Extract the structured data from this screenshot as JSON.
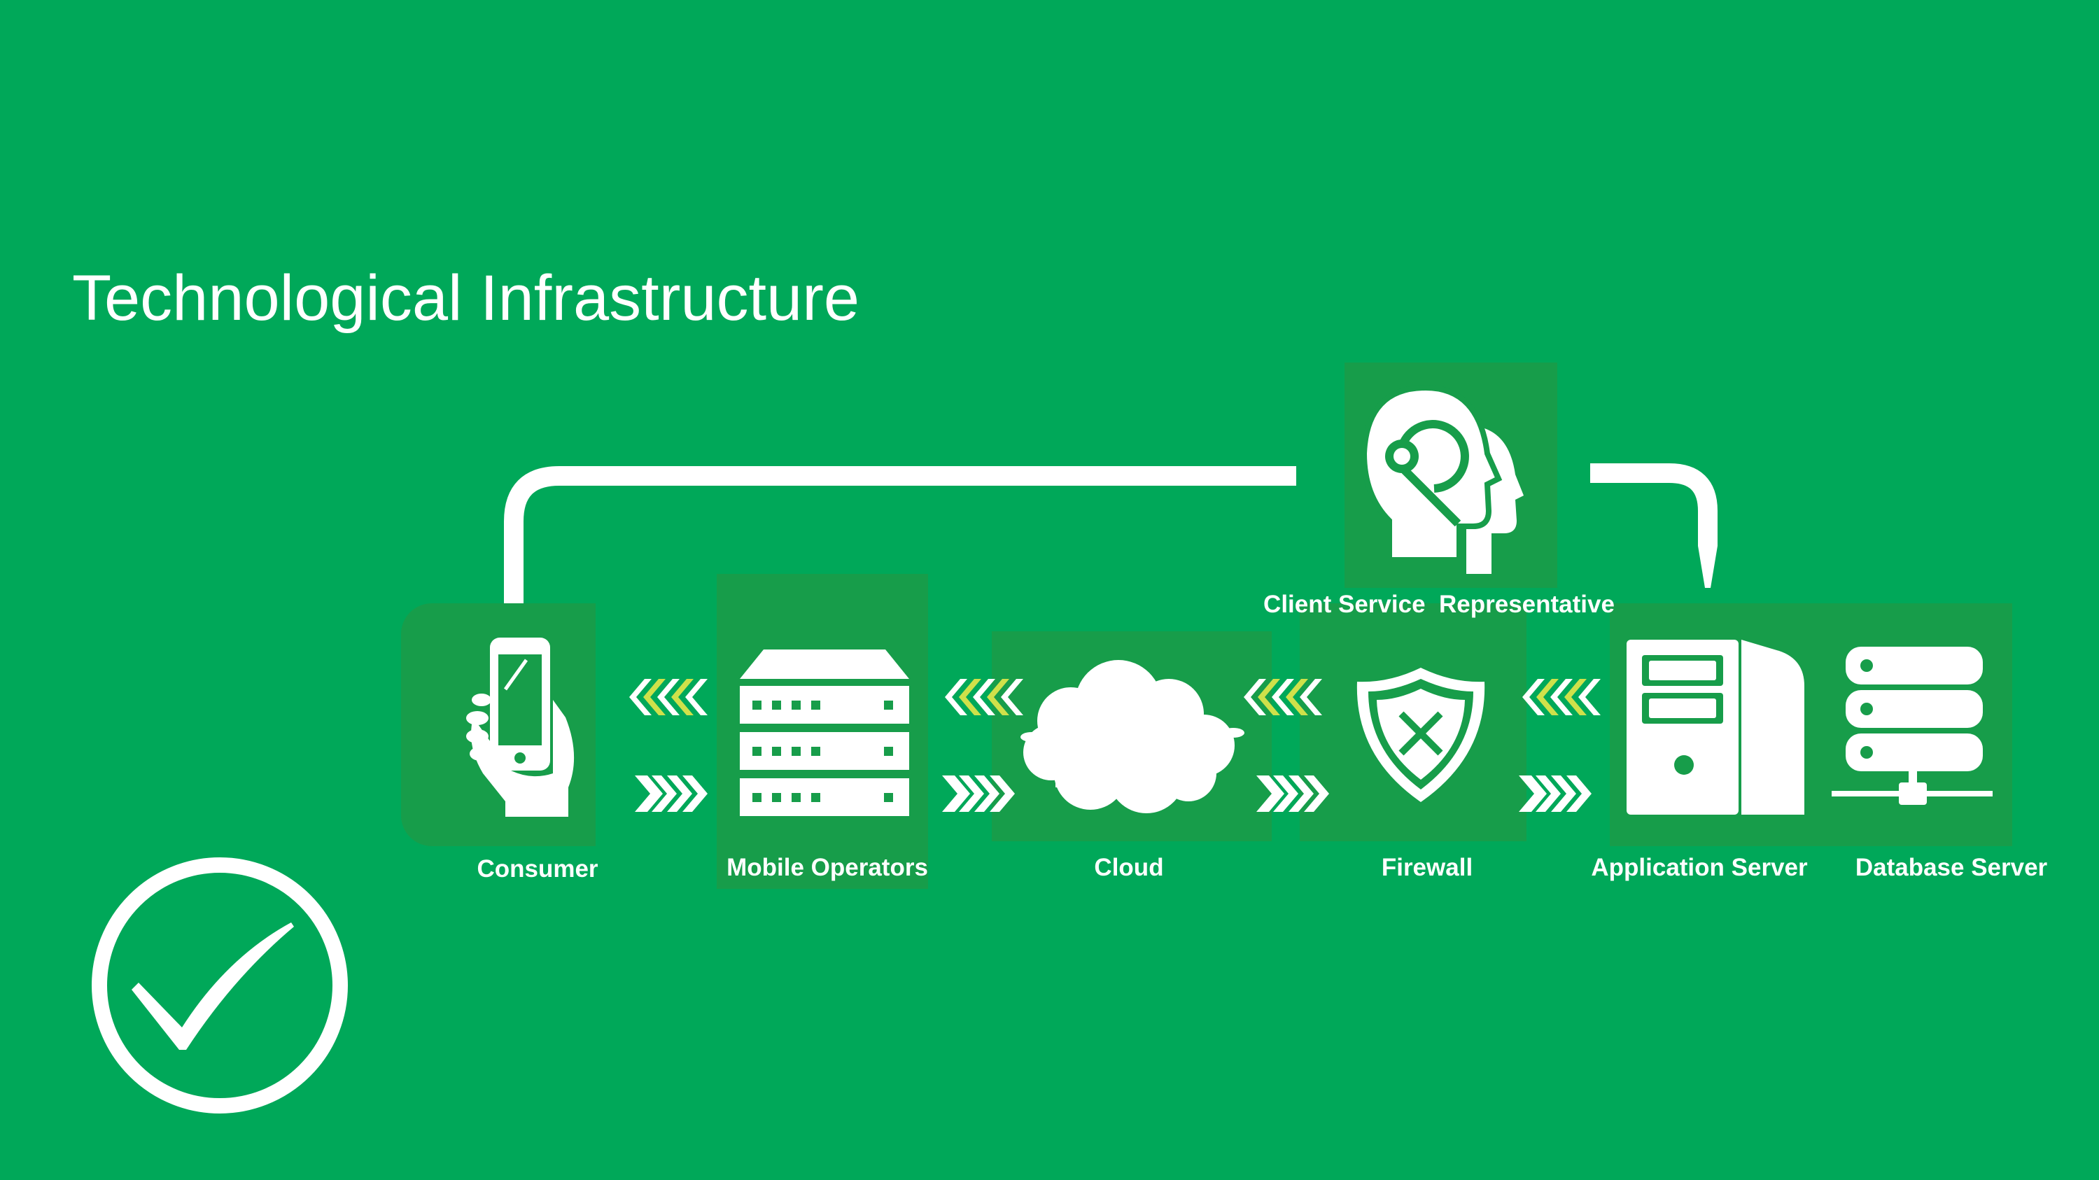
{
  "slide": {
    "title": "Technological Infrastructure",
    "background_color": "#00A859",
    "panel_color": "#179D4A",
    "chevron_highlight_color": "#CFE14A"
  },
  "nodes": {
    "consumer": {
      "label": "Consumer",
      "icon": "hand-holding-phone-icon"
    },
    "mobile_operators": {
      "label": "Mobile Operators",
      "icon": "server-rack-icon"
    },
    "cloud": {
      "label": "Cloud",
      "icon": "cloud-icon"
    },
    "firewall": {
      "label": "Firewall",
      "icon": "shield-x-icon"
    },
    "application_server": {
      "label": "Application Server",
      "icon": "computer-tower-icon"
    },
    "database_server": {
      "label": "Database Server",
      "icon": "database-server-icon"
    },
    "client_service": {
      "label": "Client Service  Representative",
      "icon": "headset-agents-icon"
    }
  },
  "badge": {
    "icon": "checkmark-circle-icon"
  }
}
